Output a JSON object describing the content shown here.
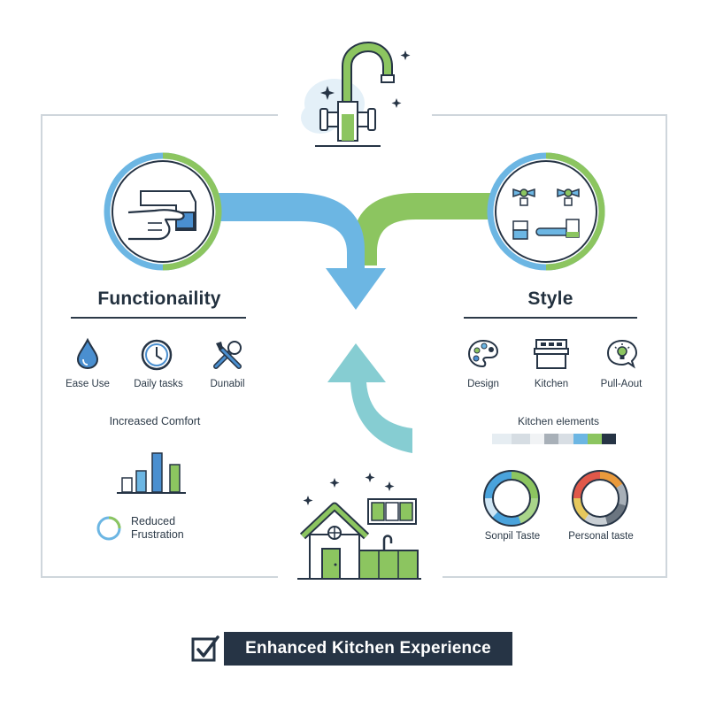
{
  "left_panel": {
    "heading": "Functionaility",
    "features": [
      {
        "label": "Ease Use",
        "icon": "water-drop-icon"
      },
      {
        "label": "Daily tasks",
        "icon": "clock-icon"
      },
      {
        "label": "Dunabil",
        "icon": "tools-icon"
      }
    ],
    "comfort_label": "Increased Comfort",
    "frustration_label_line1": "Reduced",
    "frustration_label_line2": "Frustration"
  },
  "right_panel": {
    "heading": "Style",
    "features": [
      {
        "label": "Design",
        "icon": "palette-icon"
      },
      {
        "label": "Kitchen",
        "icon": "stove-icon"
      },
      {
        "label": "Pull-Aout",
        "icon": "lightbulb-icon"
      }
    ],
    "elements_label": "Kitchen elements",
    "swatches": [
      "#e6edf2",
      "#d6dde3",
      "#f1f3f5",
      "#a8b0b8",
      "#d8dee4",
      "#6cb6e3",
      "#8cc560",
      "#263445"
    ],
    "wheels": [
      {
        "label": "Sonpil Taste",
        "colors": [
          "#4aa3dc",
          "#8cc560",
          "#cfe6f5",
          "#2f6f9f"
        ]
      },
      {
        "label": "Personal taste",
        "colors": [
          "#e0584a",
          "#e99a3c",
          "#e6c85c",
          "#a8b0b8",
          "#6b7580",
          "#c9cfd4"
        ]
      }
    ]
  },
  "bottom": {
    "banner_text": "Enhanced Kitchen Experience"
  },
  "colors": {
    "blue": "#6cb6e3",
    "green": "#8cc560",
    "teal": "#86cdd2",
    "navy": "#263445"
  }
}
